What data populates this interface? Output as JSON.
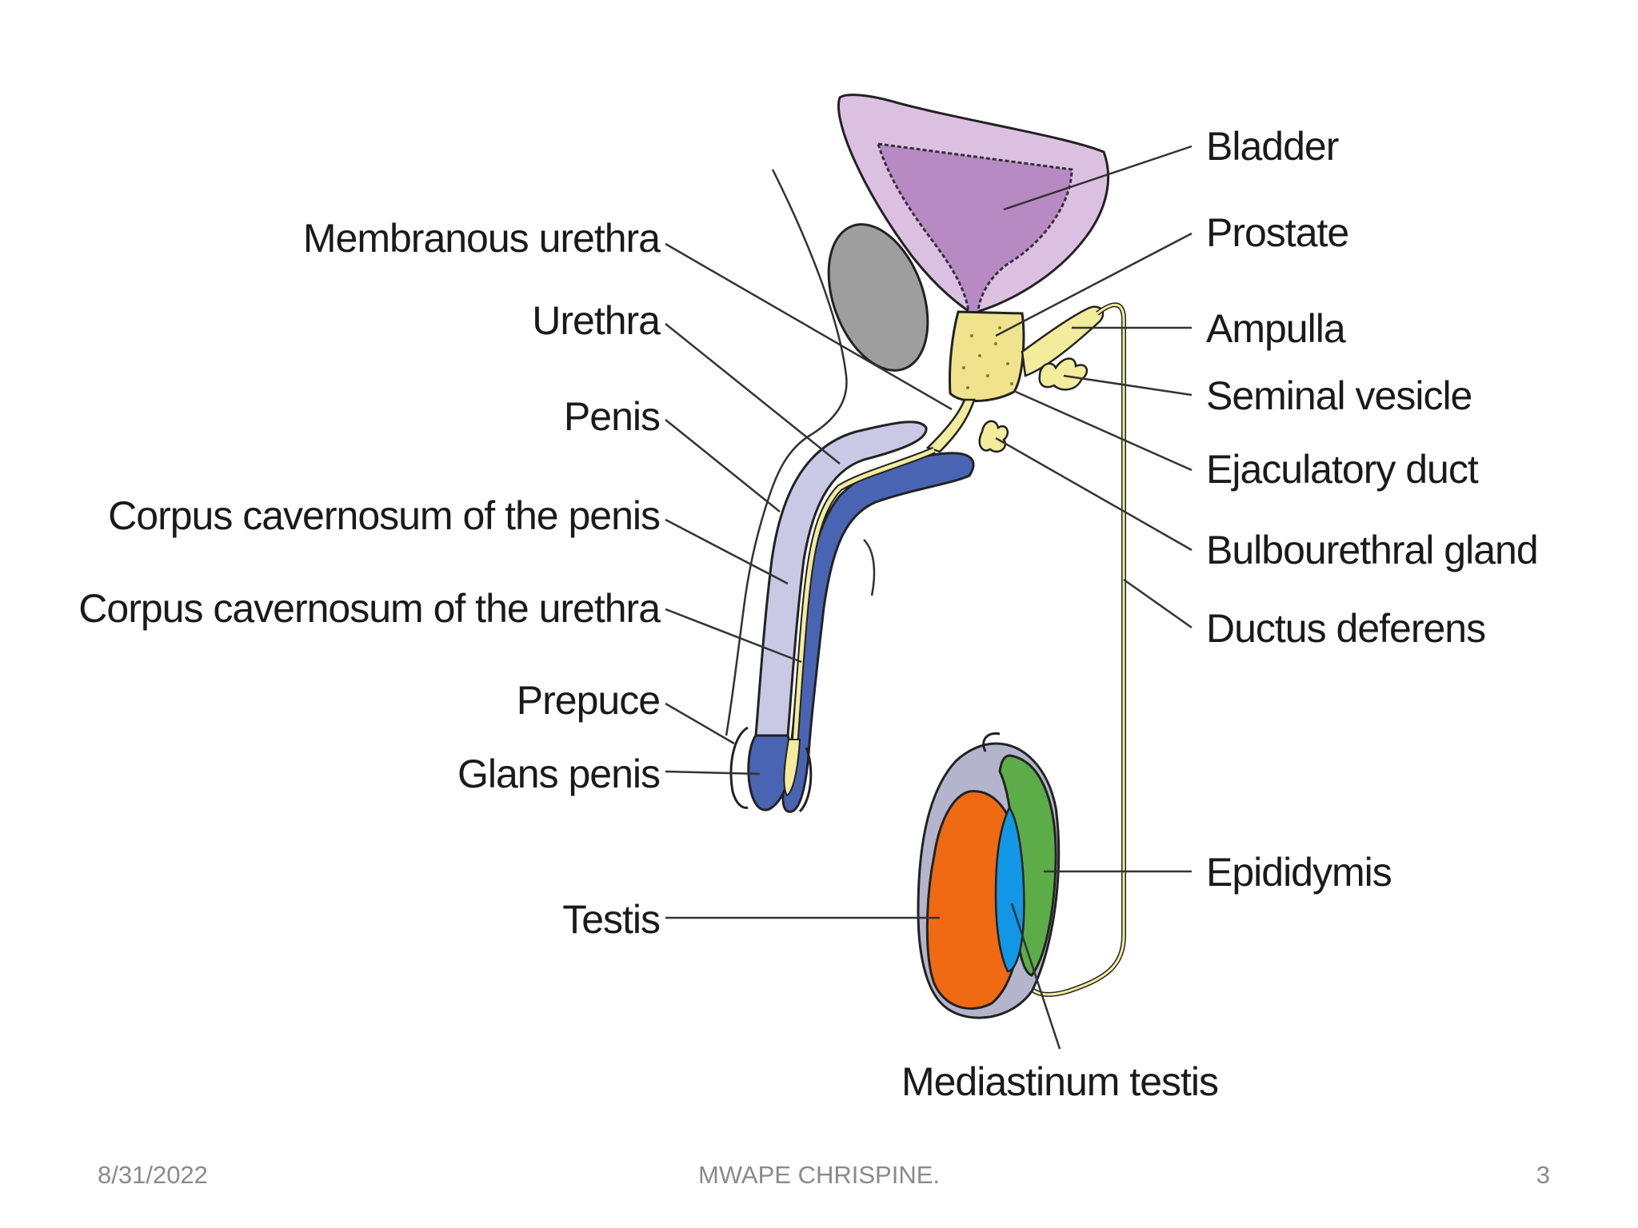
{
  "labels": {
    "bladder": "Bladder",
    "prostate": "Prostate",
    "ampulla": "Ampulla",
    "seminal_vesicle": "Seminal vesicle",
    "ejaculatory_duct": "Ejaculatory duct",
    "bulbourethral_gland": "Bulbourethral gland",
    "ductus_deferens": "Ductus deferens",
    "epididymis": "Epididymis",
    "mediastinum_testis": "Mediastinum testis",
    "membranous_urethra": "Membranous urethra",
    "urethra": "Urethra",
    "penis": "Penis",
    "corpus_cavernosum_penis": "Corpus cavernosum of the penis",
    "corpus_cavernosum_urethra": "Corpus cavernosum of the urethra",
    "prepuce": "Prepuce",
    "glans_penis": "Glans penis",
    "testis": "Testis"
  },
  "footer": {
    "date": "8/31/2022",
    "author": "MWAPE CHRISPINE.",
    "page": "3"
  },
  "colors": {
    "bladder_outer": "#dcc0e2",
    "bladder_inner": "#b78ac4",
    "pubic_bone": "#9e9e9e",
    "prostate": "#efe38e",
    "duct": "#f3ec9c",
    "corpus_penis": "#c9c9e6",
    "corpus_urethra": "#4a64b4",
    "testis": "#ef6a12",
    "mediastinum": "#1297e6",
    "epididymis": "#5cad48",
    "tunica": "#b4b4cc"
  }
}
